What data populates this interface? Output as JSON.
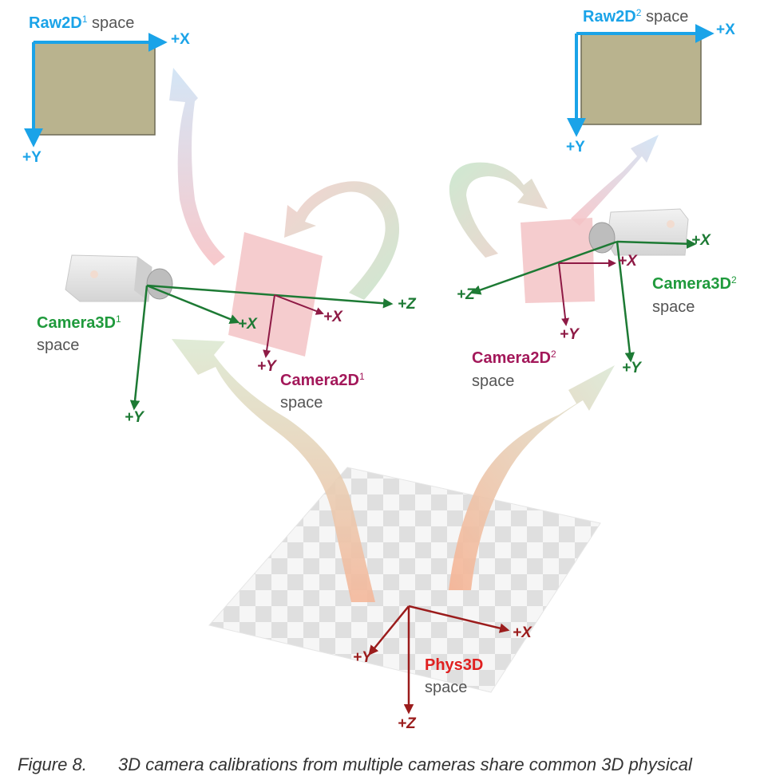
{
  "raw1": {
    "name": "Raw2D",
    "sup": "1",
    "suffix": " space",
    "x_axis": "+X",
    "y_axis": "+Y"
  },
  "raw2": {
    "name": "Raw2D",
    "sup": "2",
    "suffix": " space",
    "x_axis": "+X",
    "y_axis": "+Y"
  },
  "cam3d1": {
    "name": "Camera3D",
    "sup": "1",
    "space": "space",
    "x_axis": "+X",
    "y_axis": "+Y",
    "z_axis": "+Z"
  },
  "cam3d2": {
    "name": "Camera3D",
    "sup": "2",
    "space": "space",
    "x_axis": "+X",
    "y_axis": "+Y",
    "z_axis": "+Z"
  },
  "cam2d1": {
    "name": "Camera2D",
    "sup": "1",
    "space": "space",
    "x_axis": "+X",
    "y_axis": "+Y"
  },
  "cam2d2": {
    "name": "Camera2D",
    "sup": "2",
    "space": "space",
    "x_axis": "+X",
    "y_axis": "+Y"
  },
  "phys": {
    "name": "Phys3D",
    "space": "space",
    "x_axis": "+X",
    "y_axis": "+Y",
    "z_axis": "+Z"
  },
  "caption": {
    "number": "Figure 8.",
    "text": "3D camera calibrations from multiple cameras share common 3D physical"
  },
  "colors": {
    "raw_blue": "#1aa3e8",
    "camera3d_green": "#1f9a3c",
    "camera2d_maroon": "#a3185a",
    "phys_red": "#e02020",
    "sensor_fill": "#b9b38e"
  }
}
